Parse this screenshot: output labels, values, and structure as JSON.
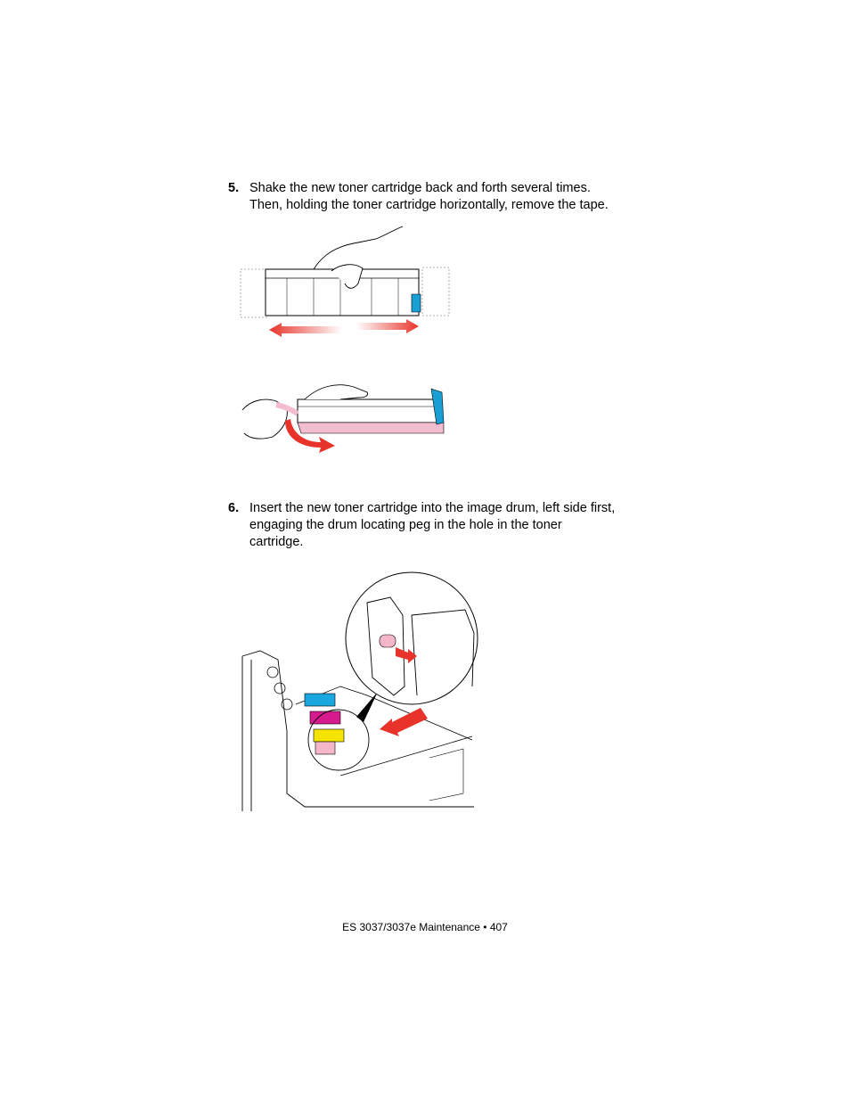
{
  "steps": [
    {
      "number": "5.",
      "lines": [
        "Shake the new toner cartridge back and forth several times.",
        "Then, holding the toner cartridge horizontally, remove the tape."
      ]
    },
    {
      "number": "6.",
      "lines": [
        "Insert the new toner cartridge into the image drum, left side first,",
        "engaging the drum locating peg in the hole in the toner",
        "cartridge."
      ]
    }
  ],
  "figures": {
    "shake": {
      "icon": "shake-cartridge-illustration",
      "arrow_color": "#e8332a"
    },
    "tape": {
      "icon": "remove-tape-illustration",
      "tape_color": "#f4bcd0",
      "end_cap_color": "#1a9fd4"
    },
    "insert": {
      "icon": "insert-cartridge-illustration",
      "toner_colors": [
        "#1aa7e0",
        "#d6198c",
        "#f5e400",
        "#f4b6c9"
      ]
    }
  },
  "footer": {
    "text": "ES 3037/3037e Maintenance • 407"
  }
}
